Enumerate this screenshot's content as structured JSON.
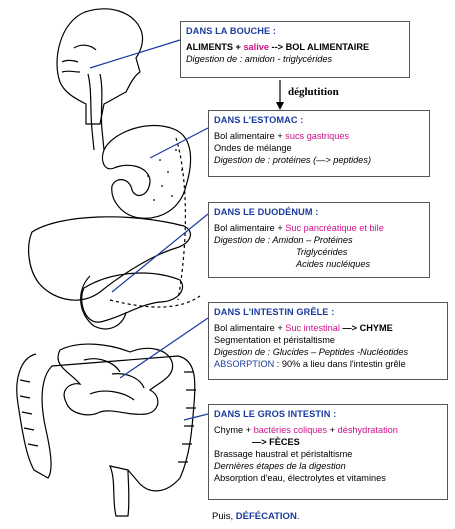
{
  "boxes": {
    "bouche": {
      "title": "DANS LA BOUCHE :",
      "l1_a": "ALIMENTS + ",
      "l1_b": "salive",
      "l1_c": " --> BOL ALIMENTAIRE",
      "l2": "Digestion de : amidon - triglycérides"
    },
    "estomac": {
      "title": "DANS L'ESTOMAC :",
      "l1_a": "Bol alimentaire + ",
      "l1_b": "sucs gastriques",
      "l2": "Ondes de mélange",
      "l3": "Digestion de : protéines (—> peptides)"
    },
    "duodenum": {
      "title": "DANS LE DUODÉNUM :",
      "l1_a": "Bol alimentaire + ",
      "l1_b": "Suc pancréatique et bile",
      "l2": "Digestion de : Amidon – Protéines",
      "l3": "Triglycérides",
      "l4": "Acides nucléiques"
    },
    "intestin_grele": {
      "title": "DANS L'INTESTIN GRÊLE :",
      "l1_a": "Bol alimentaire + ",
      "l1_b": "Suc intestinal",
      "l1_c": " —> CHYME",
      "l2": "Segmentation et péristaltisme",
      "l3": "Digestion de : Glucides – Peptides -Nucléotides",
      "l4_a": "ABSORPTION",
      "l4_b": " : 90% a lieu dans l'intestin grêle"
    },
    "gros_intestin": {
      "title": "DANS LE GROS INTESTIN :",
      "l1_a": "Chyme + ",
      "l1_b": "bactéries coliques",
      "l1_c": " + ",
      "l1_d": "déshydratation",
      "l2": "—> FÈCES",
      "l3": "Brassage haustral et péristaltisme",
      "l4": "Dernières étapes de la digestion",
      "l5": "Absorption d'eau, électrolytes et vitamines"
    }
  },
  "deglutition_label": "déglutition",
  "final": {
    "a": "Puis, ",
    "b": "DÉFÉCATION",
    "c": "."
  },
  "colors": {
    "title_blue": "#1a3aa0",
    "highlight_magenta": "#d0108a",
    "connector_blue": "#1a3aa0"
  }
}
